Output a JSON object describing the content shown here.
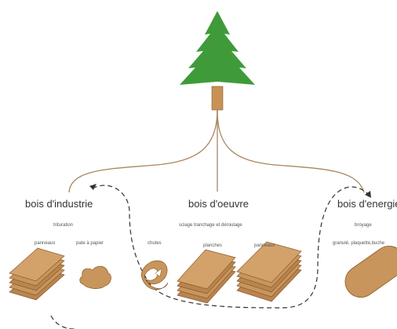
{
  "colors": {
    "foliage": "#3f9b3a",
    "trunk": "#c89255",
    "wood": "#c8955c",
    "wood_edge": "#8a5a2b",
    "connector": "#a88660",
    "dashed": "#333333"
  },
  "categories": [
    {
      "name": "bois d'industrie",
      "process": "trituration",
      "products": [
        "panneaux",
        "pate à papier"
      ]
    },
    {
      "name": "bois d'oeuvre",
      "process": "sciage tranchage et déroulage",
      "products": [
        "chutes",
        "planches",
        "panneaux"
      ]
    },
    {
      "name": "bois d'energie",
      "process": "broyage",
      "products": [
        "granulé, plaquette,buche"
      ]
    }
  ],
  "icons": [
    "tree-icon",
    "plank-stack-icon",
    "pulp-icon",
    "offcut-icon",
    "log-icon"
  ]
}
